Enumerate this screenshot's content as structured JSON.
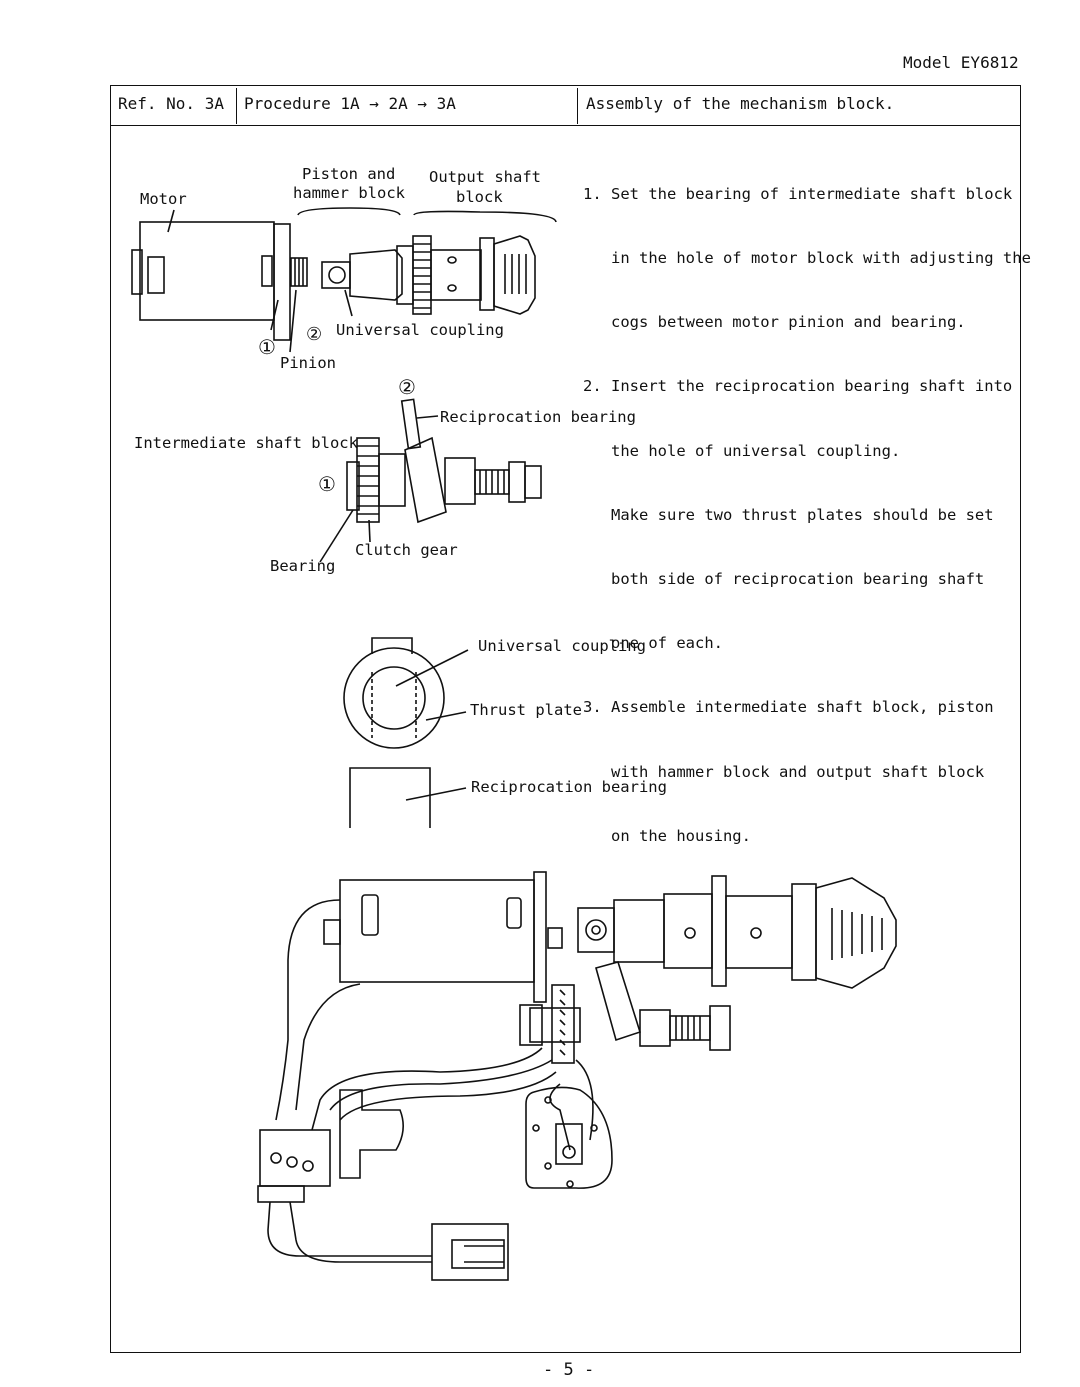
{
  "header": {
    "model": "Model EY6812",
    "ref_no": "Ref. No. 3A",
    "procedure": "Procedure 1A → 2A → 3A",
    "title": "Assembly of the mechanism block."
  },
  "steps": [
    "1. Set the bearing of intermediate shaft block",
    "   in the hole of motor block with adjusting the",
    "   cogs between motor pinion and bearing.",
    "2. Insert the reciprocation bearing shaft into",
    "   the hole of universal coupling.",
    "   Make sure two thrust plates should be set",
    "   both side of reciprocation bearing shaft",
    "   one of each.",
    "3. Assemble intermediate shaft block, piston",
    "   with hammer block and output shaft block",
    "   on the housing."
  ],
  "figure1": {
    "motor": "Motor",
    "piston_line1": "Piston and",
    "piston_line2": "hammer block",
    "output_line1": "Output shaft",
    "output_line2": "block",
    "num1": "①",
    "num2": "②",
    "universal_coupling": "Universal coupling",
    "pinion": "Pinion"
  },
  "figure2": {
    "num2": "②",
    "reciprocation_bearing": "Reciprocation bearing",
    "intermediate_shaft_block": "Intermediate shaft block",
    "num1": "①",
    "clutch_gear": "Clutch gear",
    "bearing": "Bearing"
  },
  "figure3": {
    "universal_coupling": "Universal coupling",
    "thrust_plate": "Thrust plate",
    "reciprocation_bearing": "Reciprocation bearing"
  },
  "page_number": "- 5 -"
}
